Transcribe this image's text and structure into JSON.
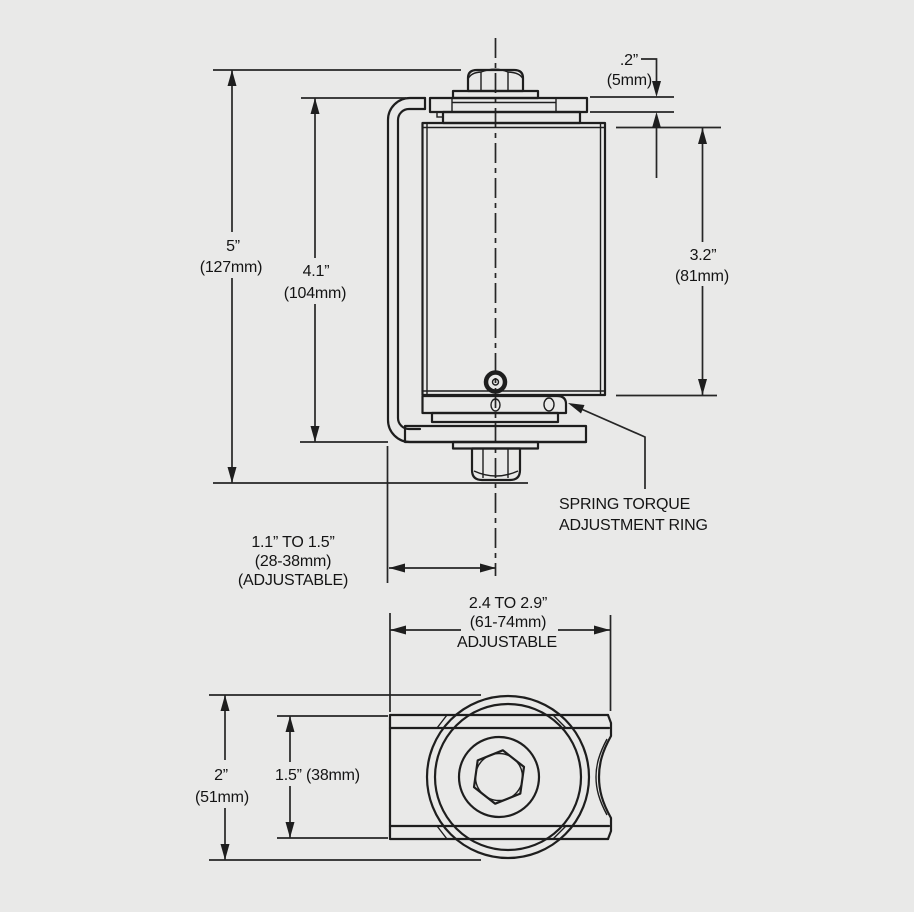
{
  "drawing_title": "spring hinge technical drawing, front and plan views",
  "colors": {
    "background": "#e9e9e8",
    "line": "#1e1e1e",
    "text": "#141414"
  },
  "front_view": {
    "overall_height": {
      "inches": "5”",
      "mm": "(127mm)"
    },
    "bracket_height": {
      "inches": "4.1”",
      "mm": "(104mm)"
    },
    "plate_thickness": {
      "inches": ".2”",
      "mm": "(5mm)"
    },
    "cylinder_height": {
      "inches": "3.2”",
      "mm": "(81mm)"
    },
    "side_offset": {
      "range": "1.1” TO 1.5”",
      "mm": "(28-38mm)",
      "note": "(ADJUSTABLE)"
    },
    "ring_callout": {
      "line1": "SPRING TORQUE",
      "line2": "ADJUSTMENT RING"
    }
  },
  "plan_view": {
    "clamp_width": {
      "range": "2.4 TO 2.9”",
      "mm": "(61-74mm)",
      "note": "ADJUSTABLE"
    },
    "overall_depth": {
      "inches": "2”",
      "mm": "(51mm)"
    },
    "plate_depth": {
      "text": "1.5” (38mm)"
    }
  }
}
